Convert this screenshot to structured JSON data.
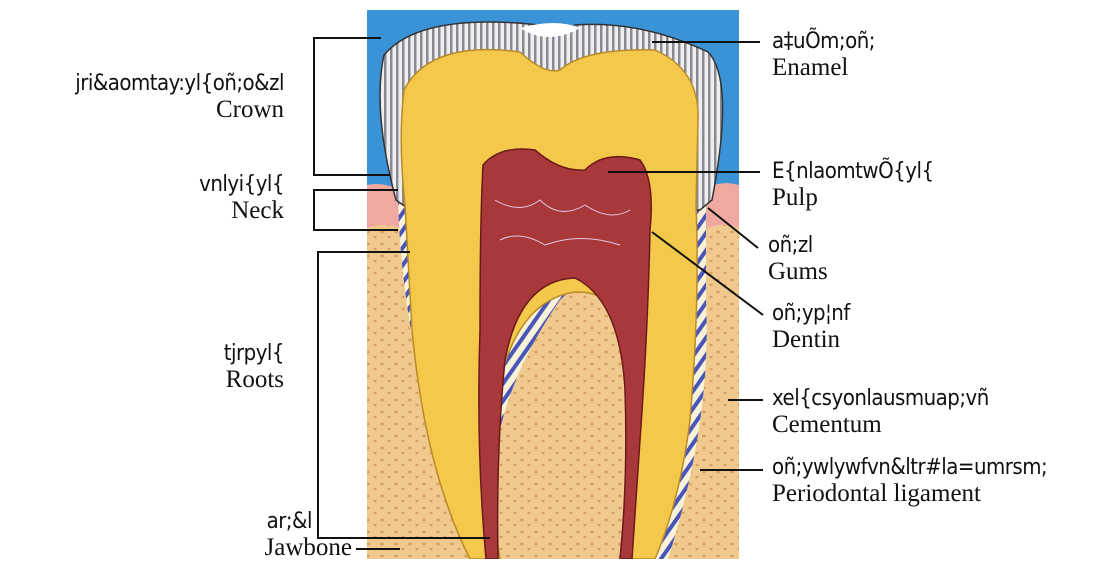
{
  "colors": {
    "background_sky": "#3a93d6",
    "enamel": "#9a9aa3",
    "dentin": "#f4c84a",
    "pulp": "#a8383a",
    "gums": "#f0a8a0",
    "bone": "#efc98e",
    "cementum_stripe": "#4a55b8"
  },
  "labels": {
    "crown": {
      "native": "jri&aomtay:yl{oñ;o&zl",
      "english": "Crown"
    },
    "neck": {
      "native": "vnlyi{yl{",
      "english": "Neck"
    },
    "roots": {
      "native": "tjrpyl{",
      "english": "Roots"
    },
    "jawbone": {
      "native": "ar;&l",
      "english": "Jawbone"
    },
    "enamel": {
      "native": "a‡uÕm;oñ;",
      "english": "Enamel"
    },
    "pulp": {
      "native": "E{nlaomtwÕ{yl{",
      "english": "Pulp"
    },
    "gums": {
      "native": "oñ;zl",
      "english": "Gums"
    },
    "dentin": {
      "native": "oñ;yp¦nf",
      "english": "Dentin"
    },
    "cementum": {
      "native": "xel{csyonlausmuap;vñ",
      "english": "Cementum"
    },
    "periodontal": {
      "native": "oñ;ywlywfvn&ltr#la=umrsm;",
      "english": "Periodontal ligament"
    }
  }
}
